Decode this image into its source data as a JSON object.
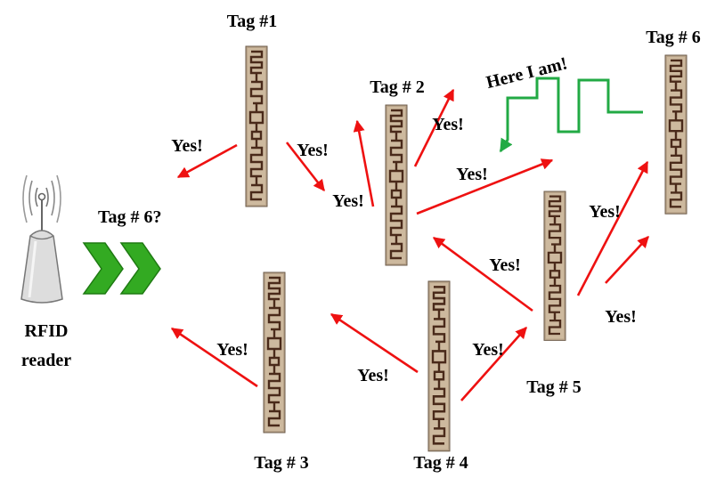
{
  "reader": {
    "line1": "RFID",
    "line2": "reader",
    "query": "Tag # 6?"
  },
  "tags": {
    "tag1": "Tag #1",
    "tag2": "Tag # 2",
    "tag3": "Tag # 3",
    "tag4": "Tag # 4",
    "tag5": "Tag # 5",
    "tag6": "Tag # 6"
  },
  "replies": {
    "yes": "Yes!",
    "here": "Here I am!"
  },
  "colors": {
    "arrow": "#ee1111",
    "chevron": "#33aa22",
    "signal": "#22aa44",
    "tag_body": "#b9a48a",
    "tag_trace": "#4a2a1a"
  }
}
